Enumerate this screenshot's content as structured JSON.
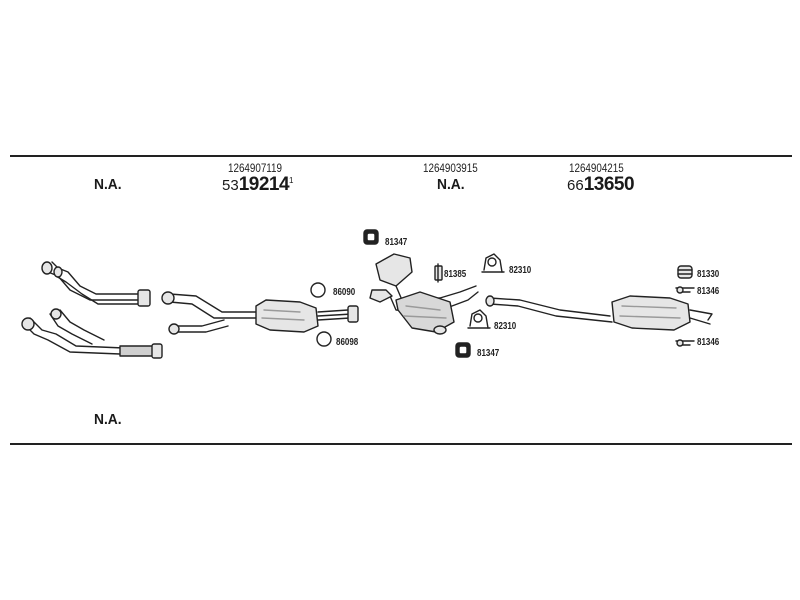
{
  "header": {
    "left": {
      "status": "N.A."
    },
    "col2": {
      "number": "1264907119",
      "code_prefix": "53",
      "code_main": "19214",
      "code_suffix": "1"
    },
    "col3": {
      "number": "1264903915",
      "status": "N.A."
    },
    "col4": {
      "number": "1264904215",
      "code_prefix": "66",
      "code_main": "13650"
    }
  },
  "footer": {
    "status": "N.A."
  },
  "labels": {
    "p86090": "86090",
    "p86098": "86098",
    "p81347_top": "81347",
    "p81385": "81385",
    "p82310_top": "82310",
    "p82310_bottom": "82310",
    "p81347_bottom": "81347",
    "p81330": "81330",
    "p81346_top": "81346",
    "p81346_bottom": "81346"
  },
  "colors": {
    "line": "#222222",
    "part_fill": "#e6e6e6",
    "part_dark": "#9a9a9a"
  },
  "icons": [
    "down-pipe-icon",
    "catalytic-converter-icon",
    "muffler-icon",
    "rear-pipe-icon",
    "gasket-icon",
    "rubber-mount-icon",
    "clamp-icon",
    "bracket-icon"
  ]
}
